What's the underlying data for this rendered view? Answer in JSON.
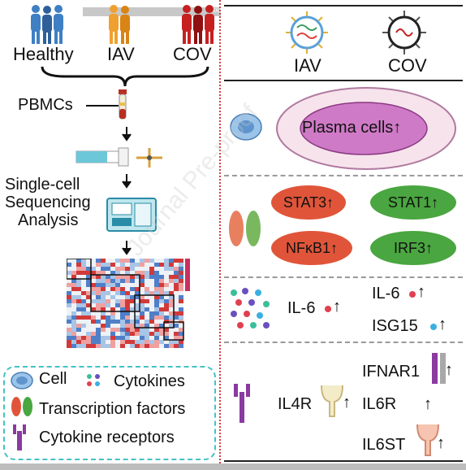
{
  "watermark": "Journal Pre-proof",
  "left": {
    "groups": [
      {
        "label": "Healthy",
        "color": "#3f7fc4"
      },
      {
        "label": "IAV",
        "color": "#f0a030"
      },
      {
        "label": "COV",
        "color": "#c62020"
      }
    ],
    "pbmcs_label": "PBMCs",
    "sequencing_label": [
      "Single-cell",
      "Sequencing",
      "Analysis"
    ]
  },
  "legend": {
    "cell": "Cell",
    "cytokines": "Cytokines",
    "transcription_factors": "Transcription factors",
    "cytokine_receptors": "Cytokine receptors"
  },
  "right": {
    "viruses": [
      "IAV",
      "COV"
    ],
    "plasma_cells": "Plasma cells↑",
    "transcription_factors": [
      {
        "label": "STAT3↑",
        "color": "#e0553a"
      },
      {
        "label": "STAT1↑",
        "color": "#4aa640"
      },
      {
        "label": "NFκB1↑",
        "color": "#e0553a"
      },
      {
        "label": "IRF3↑",
        "color": "#4aa640"
      }
    ],
    "cytokines_left": "IL-6",
    "cytokines_right": [
      "IL-6",
      "ISG15"
    ],
    "receptors_left": "IL4R",
    "receptors_right": [
      "IFNAR1",
      "IL6R",
      "IL6ST"
    ],
    "up_arrow": "↑"
  },
  "colors": {
    "cell_fill": "#9bc4ea",
    "plasma_outer": "#f7e3ec",
    "plasma_inner": "#cf7ac6",
    "tf_red": "#e0553a",
    "tf_green": "#4aa640",
    "receptor_purple": "#8a3aa0",
    "legend_border": "#45c2c2"
  }
}
